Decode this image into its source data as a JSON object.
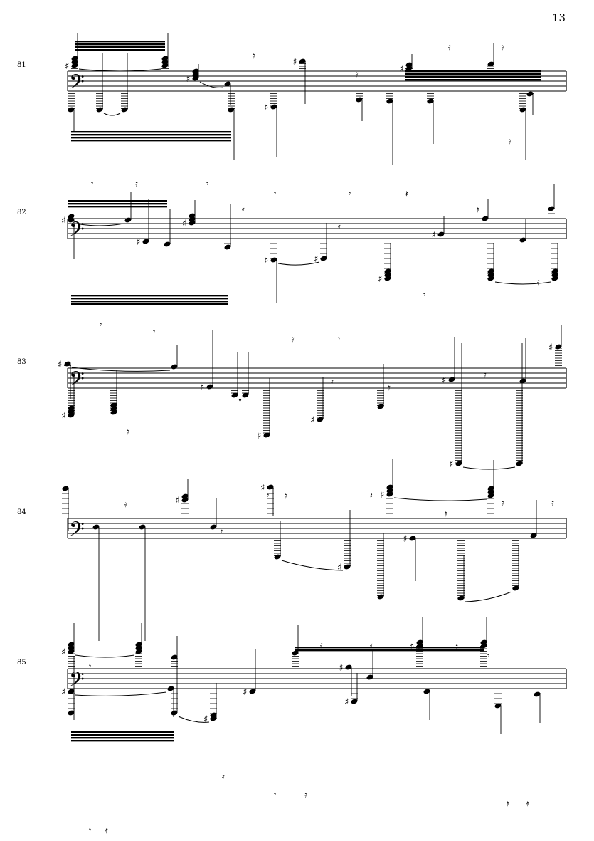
{
  "page": {
    "page_number": "13",
    "clef_symbol": "𝄢"
  },
  "systems": [
    {
      "measure_number": "81"
    },
    {
      "measure_number": "82"
    },
    {
      "measure_number": "83"
    },
    {
      "measure_number": "84"
    },
    {
      "measure_number": "85"
    }
  ],
  "glyphs": {
    "sharp": "♯",
    "natural": "♮",
    "eighth_rest": "𝄾",
    "sixteenth_rest": "𝄿",
    "quarter_rest": "𝄽"
  }
}
